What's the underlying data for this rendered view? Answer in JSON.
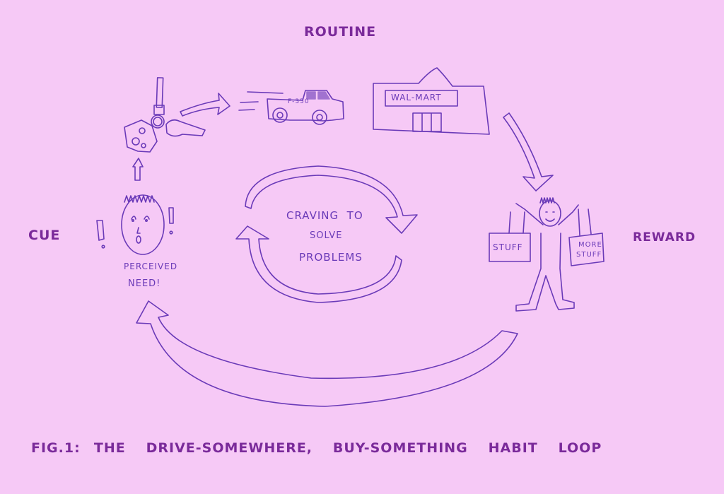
{
  "labels": {
    "routine": "ROUTINE",
    "cue": "CUE",
    "reward": "REWARD",
    "caption": "FIG.1:  THE   DRIVE-SOMEWHERE,   BUY-SOMETHING   HABIT   LOOP"
  },
  "cue": {
    "face_caption_line1": "PERCEIVED",
    "face_caption_line2": "NEED!",
    "exclaim_left": "!",
    "exclaim_right": "!"
  },
  "routine": {
    "truck_text": "F-350",
    "store_sign": "WAL-MART"
  },
  "center": {
    "line1": "CRAVING  TO",
    "line2": "SOLVE",
    "line3": "PROBLEMS"
  },
  "reward": {
    "bag_left": "STUFF",
    "bag_right_line1": "MORE",
    "bag_right_line2": "STUFF"
  },
  "colors": {
    "background": "#f6c9f6",
    "ink": "#6a3ab8",
    "label": "#7a2a9a"
  }
}
